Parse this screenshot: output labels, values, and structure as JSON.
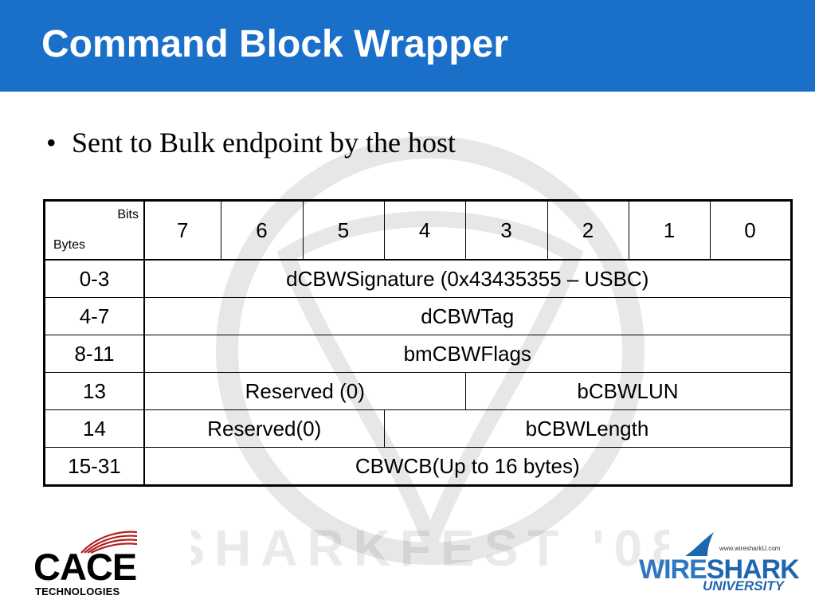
{
  "slide": {
    "title": "Command Block Wrapper",
    "bullet": "Sent to Bulk endpoint by the host"
  },
  "table": {
    "corner_bits": "Bits",
    "corner_bytes": "Bytes",
    "bit_headers": [
      "7",
      "6",
      "5",
      "4",
      "3",
      "2",
      "1",
      "0"
    ],
    "rows": [
      {
        "bytes": "0-3",
        "fields": [
          "dCBWSignature (0x43435355 – USBC)"
        ]
      },
      {
        "bytes": "4-7",
        "fields": [
          "dCBWTag"
        ]
      },
      {
        "bytes": "8-11",
        "fields": [
          "bmCBWFlags"
        ]
      },
      {
        "bytes": "13",
        "fields": [
          "Reserved (0)",
          "bCBWLUN"
        ]
      },
      {
        "bytes": "14",
        "fields": [
          "Reserved(0)",
          "bCBWLength"
        ]
      },
      {
        "bytes": "15-31",
        "fields": [
          "CBWCB(Up to 16 bytes)"
        ]
      }
    ]
  },
  "logos": {
    "left_name": "CACE",
    "left_sub": "TECHNOLOGIES",
    "right_url": "www.wiresharkU.com",
    "right_wire": "WIRE",
    "right_shark": "SHARK",
    "right_sub": "UNIVERSITY"
  },
  "watermark_text": "SHARKFEST '08",
  "colors": {
    "header_bg": "#1a6fc8",
    "brand_blue": "#1f66b0",
    "cace_red": "#b22222"
  }
}
